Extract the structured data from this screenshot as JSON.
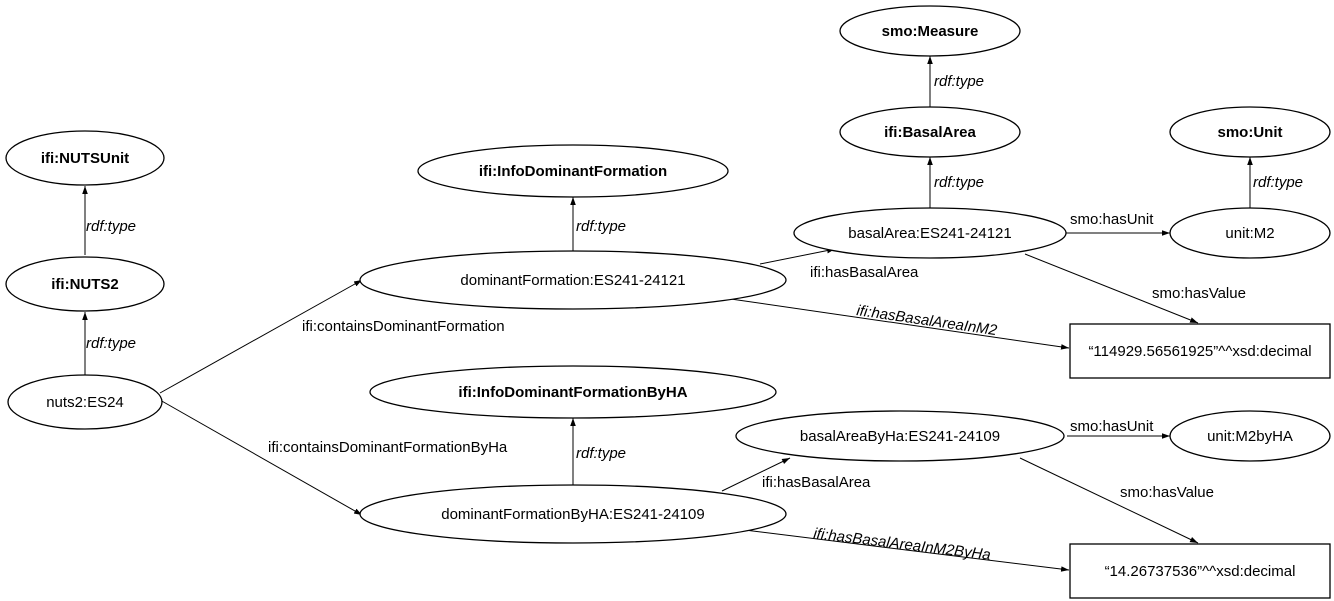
{
  "nodes": {
    "nuts2_es24": "nuts2:ES24",
    "ifi_nuts2": "ifi:NUTS2",
    "ifi_nutsunit": "ifi:NUTSUnit",
    "ifi_infodominantformation": "ifi:InfoDominantFormation",
    "dominantformation": "dominantFormation:ES241-24121",
    "ifi_infodominantformationbyha": "ifi:InfoDominantFormationByHA",
    "dominantformationbyha": "dominantFormationByHA:ES241-24109",
    "smo_measure": "smo:Measure",
    "ifi_basalarea": "ifi:BasalArea",
    "basalarea": "basalArea:ES241-24121",
    "smo_unit": "smo:Unit",
    "unit_m2": "unit:M2",
    "literal_basalarea": "“114929.56561925”^^xsd:decimal",
    "basalareabyha": "basalAreaByHa:ES241-24109",
    "unit_m2byha": "unit:M2byHA",
    "literal_basalareabyha": "“14.26737536”^^xsd:decimal"
  },
  "edges": {
    "rdf_type": "rdf:type",
    "contains_dominant_formation": "ifi:containsDominantFormation",
    "contains_dominant_formation_byha": "ifi:containsDominantFormationByHa",
    "has_basal_area": "ifi:hasBasalArea",
    "has_basal_area_in_m2": "ifi:hasBasalAreaInM2",
    "has_basal_area_in_m2_byha": "ifi:hasBasalAreaInM2ByHa",
    "has_unit": "smo:hasUnit",
    "has_value": "smo:hasValue"
  }
}
